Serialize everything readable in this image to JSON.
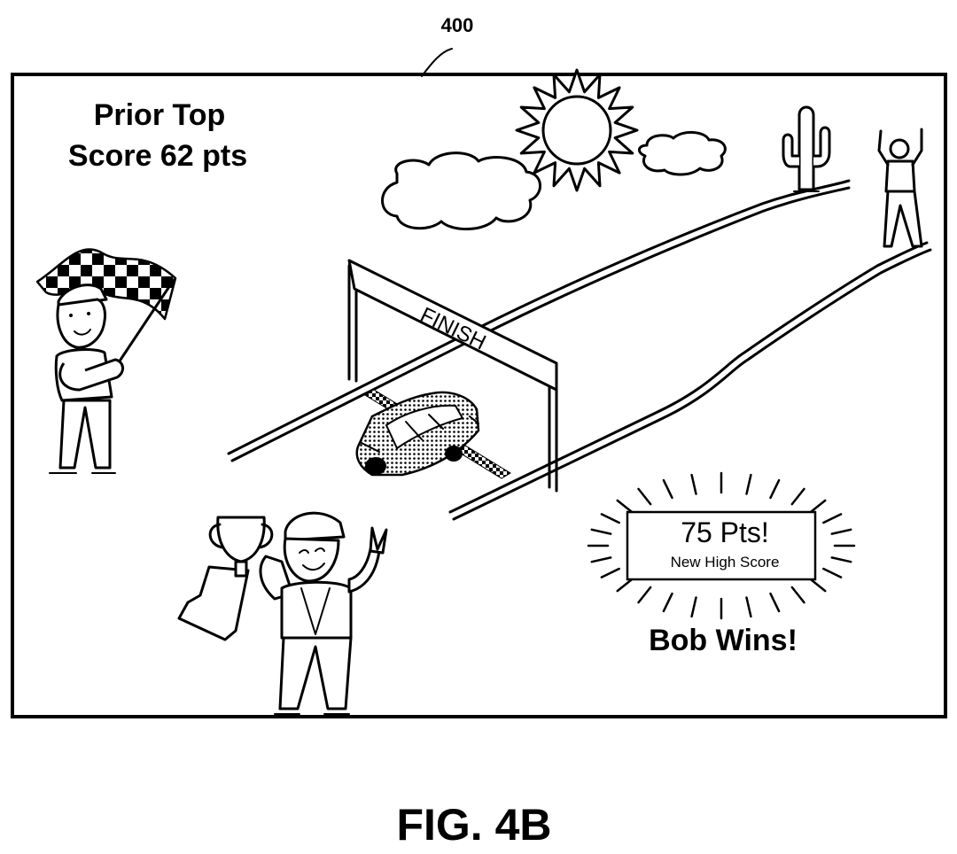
{
  "figure": {
    "ref_number": "400",
    "caption": "FIG. 4B"
  },
  "scene": {
    "prior_score_line1": "Prior Top",
    "prior_score_line2": "Score 62 pts",
    "finish_banner": "FINISH",
    "score_box": {
      "points": "75 Pts!",
      "subtitle": "New High Score"
    },
    "winner": "Bob Wins!"
  },
  "icons": [
    "sun-icon",
    "cloud-icon",
    "cactus-icon",
    "checkered-flag-icon",
    "trophy-icon",
    "race-car-icon"
  ]
}
